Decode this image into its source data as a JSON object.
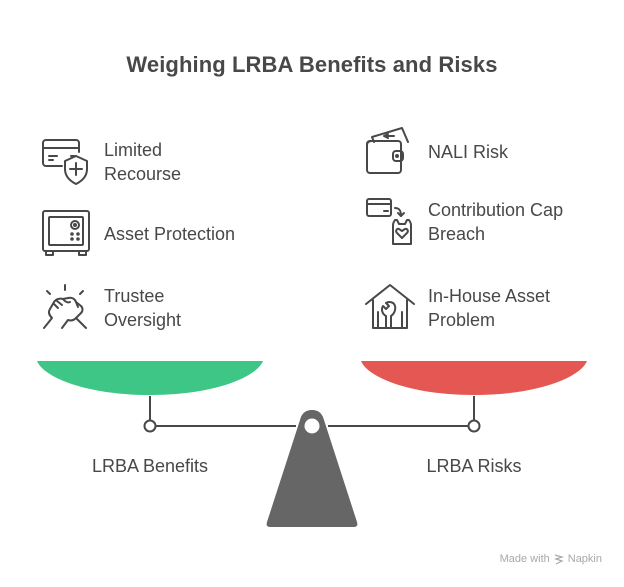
{
  "title": "Weighing LRBA Benefits and Risks",
  "benefits": {
    "label": "LRBA Benefits",
    "color": "#3dc685",
    "items": [
      {
        "label_line1": "Limited",
        "label_line2": "Recourse",
        "icon": "card-shield-icon"
      },
      {
        "label_line1": "Asset Protection",
        "label_line2": "",
        "icon": "safe-icon"
      },
      {
        "label_line1": "Trustee",
        "label_line2": "Oversight",
        "icon": "handshake-icon"
      }
    ]
  },
  "risks": {
    "label": "LRBA Risks",
    "color": "#e45753",
    "items": [
      {
        "label_line1": "NALI Risk",
        "label_line2": "",
        "icon": "wallet-money-icon"
      },
      {
        "label_line1": "Contribution Cap",
        "label_line2": "Breach",
        "icon": "card-to-jar-icon"
      },
      {
        "label_line1": "In-House Asset",
        "label_line2": "Problem",
        "icon": "house-wrench-icon"
      }
    ]
  },
  "scale": {
    "beam_color": "#484848",
    "fulcrum_color": "#666666"
  },
  "footer": {
    "made_with": "Made with",
    "brand": "Napkin"
  }
}
